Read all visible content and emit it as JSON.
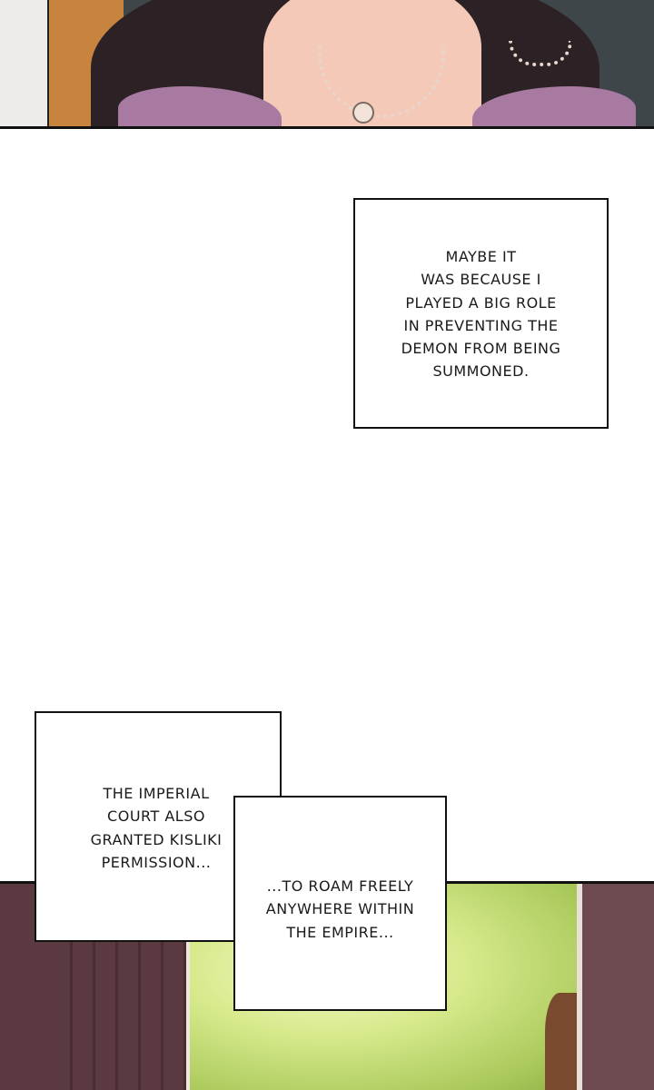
{
  "panels": {
    "top": {
      "scene": "woman-pearl-necklace"
    },
    "bottom": {
      "scene": "garden-through-doorway"
    }
  },
  "captions": [
    {
      "lines": [
        "MAYBE IT",
        "WAS BECAUSE I",
        "PLAYED A BIG ROLE",
        "IN PREVENTING THE",
        "DEMON FROM BEING",
        "SUMMONED."
      ]
    },
    {
      "lines": [
        "THE IMPERIAL",
        "COURT ALSO",
        "GRANTED KISLIKI",
        "PERMISSION..."
      ]
    },
    {
      "lines": [
        "...TO ROAM FREELY",
        "ANYWHERE WITHIN",
        "THE EMPIRE..."
      ]
    }
  ]
}
